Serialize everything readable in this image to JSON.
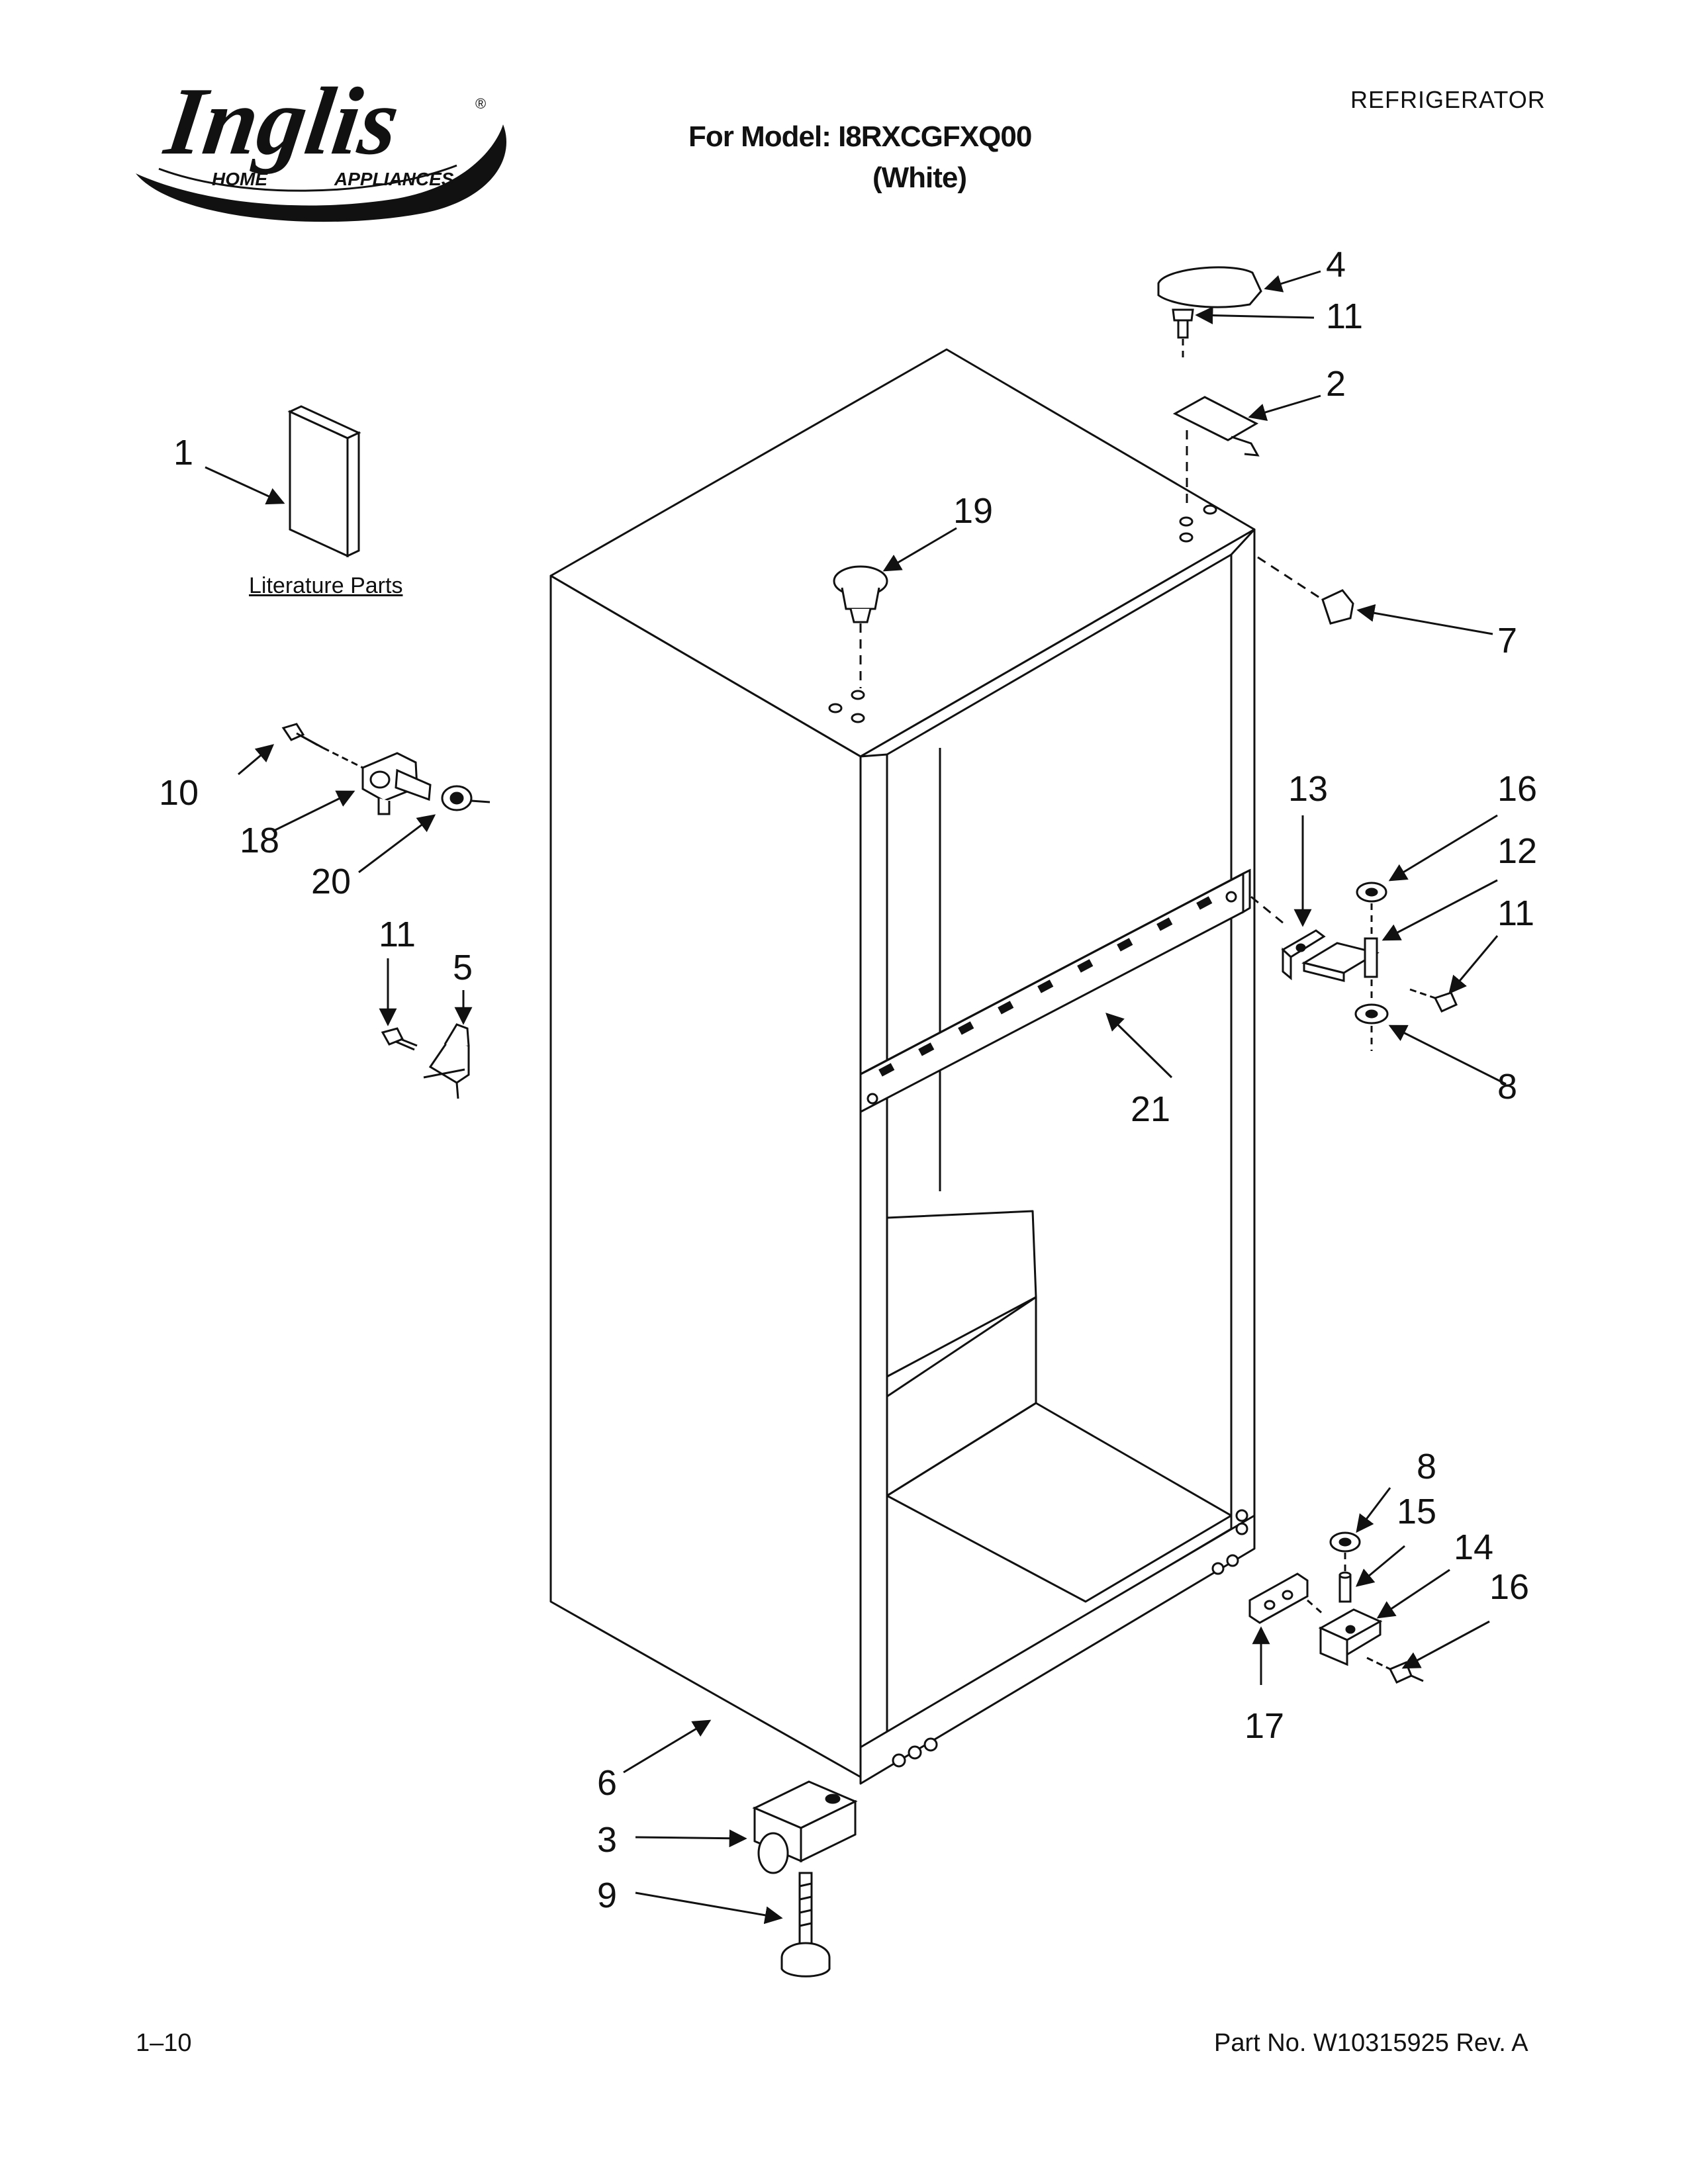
{
  "brand": {
    "logo_text": "Inglis",
    "logo_subtext_left": "HOME",
    "logo_subtext_right": "APPLIANCES",
    "registered_mark": "®"
  },
  "header": {
    "category": "REFRIGERATOR",
    "model_line": "For Model: I8RXCGFXQ00",
    "color_line": "(White)"
  },
  "literature_label": "Literature Parts",
  "callouts": [
    {
      "id": "c1",
      "text": "1"
    },
    {
      "id": "c2",
      "text": "2"
    },
    {
      "id": "c3",
      "text": "3"
    },
    {
      "id": "c4",
      "text": "4"
    },
    {
      "id": "c5",
      "text": "5"
    },
    {
      "id": "c6",
      "text": "6"
    },
    {
      "id": "c7",
      "text": "7"
    },
    {
      "id": "c8a",
      "text": "8"
    },
    {
      "id": "c8b",
      "text": "8"
    },
    {
      "id": "c9",
      "text": "9"
    },
    {
      "id": "c10",
      "text": "10"
    },
    {
      "id": "c11a",
      "text": "11"
    },
    {
      "id": "c11b",
      "text": "11"
    },
    {
      "id": "c11c",
      "text": "11"
    },
    {
      "id": "c12",
      "text": "12"
    },
    {
      "id": "c13",
      "text": "13"
    },
    {
      "id": "c14",
      "text": "14"
    },
    {
      "id": "c15",
      "text": "15"
    },
    {
      "id": "c16a",
      "text": "16"
    },
    {
      "id": "c16b",
      "text": "16"
    },
    {
      "id": "c17",
      "text": "17"
    },
    {
      "id": "c18",
      "text": "18"
    },
    {
      "id": "c19",
      "text": "19"
    },
    {
      "id": "c20",
      "text": "20"
    },
    {
      "id": "c21",
      "text": "21"
    }
  ],
  "footer": {
    "page_number": "1–10",
    "part_number": "Part No. W10315925 Rev. A"
  }
}
